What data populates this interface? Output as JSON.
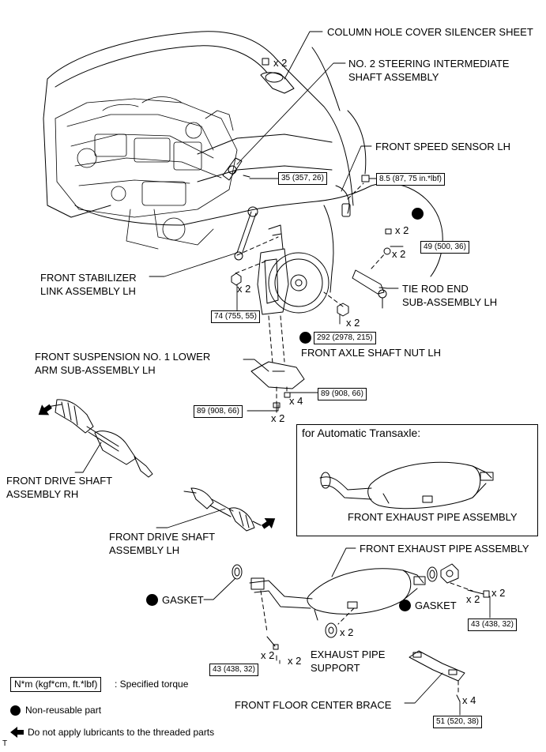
{
  "labels": {
    "silencer_sheet": "COLUMN HOLE COVER SILENCER SHEET",
    "intermediate_shaft": "NO. 2 STEERING INTERMEDIATE\nSHAFT ASSEMBLY",
    "speed_sensor": "FRONT SPEED SENSOR LH",
    "stabilizer_link": "FRONT STABILIZER\nLINK ASSEMBLY LH",
    "tie_rod_end": "TIE ROD END\nSUB-ASSEMBLY LH",
    "axle_nut": "FRONT AXLE SHAFT NUT LH",
    "lower_arm": "FRONT SUSPENSION NO. 1 LOWER\nARM SUB-ASSEMBLY LH",
    "drive_shaft_rh": "FRONT DRIVE SHAFT\nASSEMBLY RH",
    "drive_shaft_lh": "FRONT DRIVE SHAFT\nASSEMBLY LH",
    "at_title": "for Automatic Transaxle:",
    "at_exhaust": "FRONT EXHAUST PIPE ASSEMBLY",
    "exhaust_pipe": "FRONT EXHAUST PIPE ASSEMBLY",
    "gasket_left": "GASKET",
    "gasket_right": "GASKET",
    "exhaust_support": "EXHAUST PIPE\nSUPPORT",
    "floor_brace": "FRONT FLOOR CENTER BRACE"
  },
  "torques": {
    "t_intermediate": "35 (357, 26)",
    "t_speed_sensor": "8.5 (87, 75 in.*lbf)",
    "t_tie_rod": "49 (500, 36)",
    "t_stabilizer": "74 (755, 55)",
    "t_axle_nut": "292 (2978, 215)",
    "t_lower_arm_nut": "89 (908, 66)",
    "t_lower_arm_bolt": "89 (908, 66)",
    "t_exhaust_right": "43 (438, 32)",
    "t_exhaust_left": "43 (438, 32)",
    "t_brace": "51 (520, 38)"
  },
  "quantities": {
    "q_silencer": "x 2",
    "q_tierod_pin": "x 2",
    "q_tierod_nut": "x 2",
    "q_stabilizer": "x 2",
    "q_axle": "x 2",
    "q_lowerarm_nut": "x 4",
    "q_lowerarm_bolt": "x 2",
    "q_exhaust_r1": "x 2",
    "q_exhaust_r2": "x 2",
    "q_support": "x 2",
    "q_exhaust_l1": "x 2",
    "q_exhaust_l2": "x 2",
    "q_brace": "x 4"
  },
  "legend": {
    "torque_unit": "N*m (kgf*cm, ft.*lbf)",
    "torque_desc": ": Specified torque",
    "nonreusable": "Non-reusable part",
    "no_lube": "Do not apply lubricants to the threaded parts"
  },
  "code": "T"
}
